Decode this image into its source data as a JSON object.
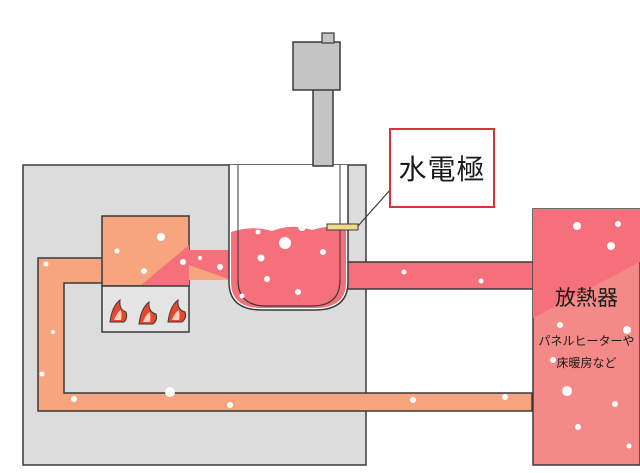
{
  "diagram": {
    "callout_label": "水電極",
    "radiator_title": "放熱器",
    "radiator_subtitle_line1": "パネルヒーターや",
    "radiator_subtitle_line2": "床暖房など"
  },
  "colors": {
    "housing": "#dcdcdc",
    "outline": "#3a3a3a",
    "pipe_water": "#f7a57e",
    "hot_water": "#f5707a",
    "radiator": "#f48a88",
    "flame": "#e8472e",
    "flame_inner": "#ffd0c0",
    "callout_border": "#d6333a",
    "electrode": "#f2d98a"
  }
}
